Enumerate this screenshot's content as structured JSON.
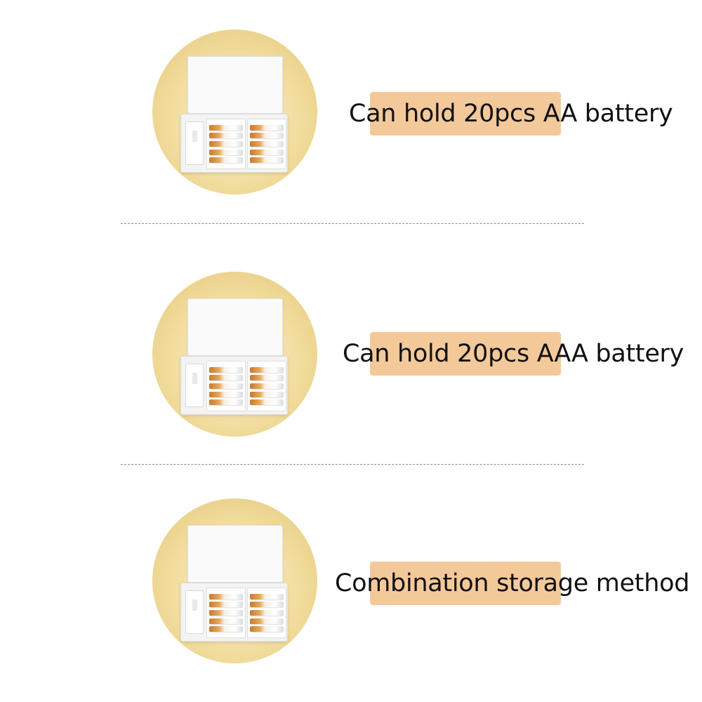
{
  "features": [
    {
      "caption": "Can hold 20pcs AA battery"
    },
    {
      "caption": "Can hold 20pcs AAA battery"
    },
    {
      "caption": "Combination storage method"
    }
  ],
  "colors": {
    "circle": "#f1dc9c",
    "highlight": "#f4c99a",
    "divider": "#8c8c8c",
    "text": "#111111"
  },
  "icons": [
    "battery-box-icon"
  ]
}
